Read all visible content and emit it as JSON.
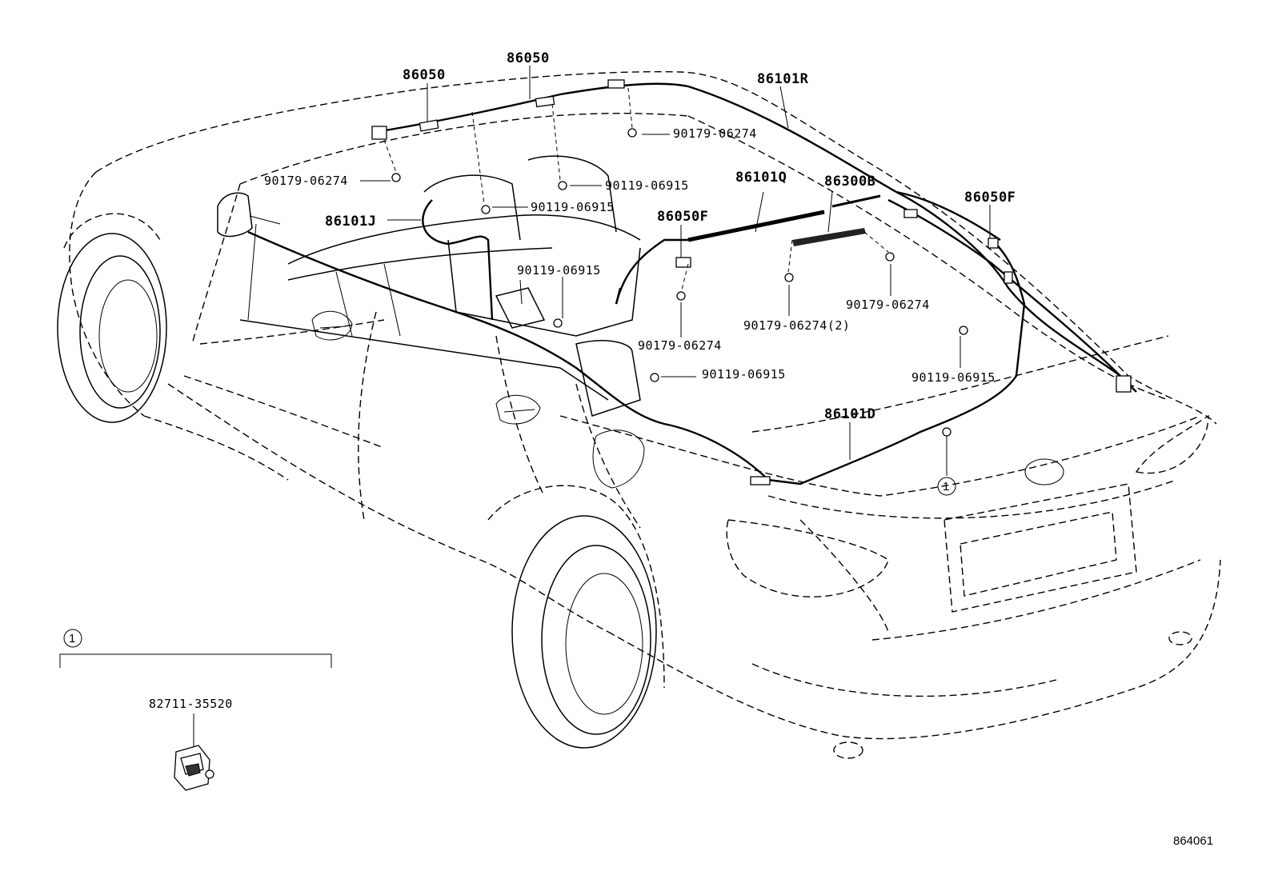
{
  "labels": {
    "p86050_a": "86050",
    "p86050_b": "86050",
    "p86101R": "86101R",
    "p90179_top_right": "90179-06274",
    "p90179_top_left": "90179-06274",
    "p90119_upper": "90119-06915",
    "p86101Q": "86101Q",
    "p86300B": "86300B",
    "p86050F_right": "86050F",
    "p86101J": "86101J",
    "p90119_mid": "90119-06915",
    "p86050F_center": "86050F",
    "p90119_console": "90119-06915",
    "p90179_right": "90179-06274",
    "p90179_center_2": "90179-06274(2)",
    "p90179_center": "90179-06274",
    "p90119_lower": "90119-06915",
    "p90119_right": "90119-06915",
    "p86101D": "86101D",
    "callout_1": "1"
  },
  "inset": {
    "callout": "1",
    "part_number": "82711-35520"
  },
  "figure_id": "864061"
}
